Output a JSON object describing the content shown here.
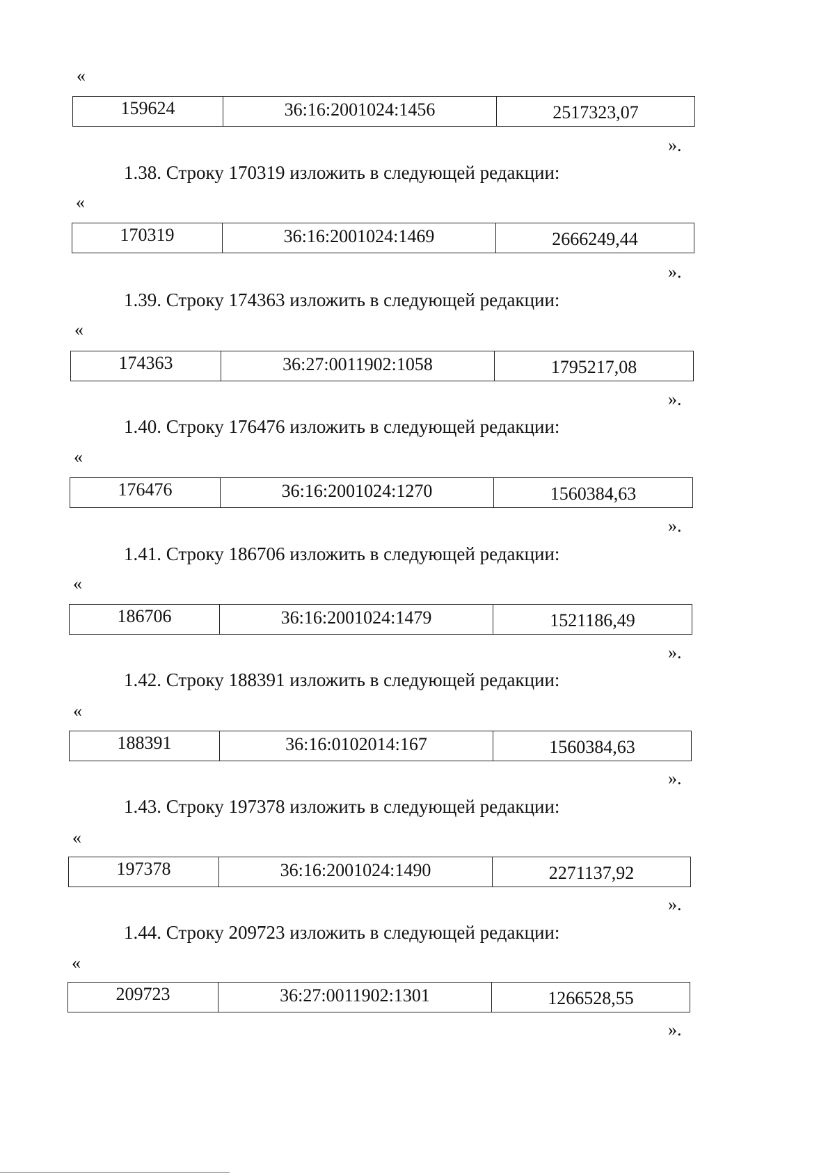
{
  "quote_open": "«",
  "quote_close": "».",
  "blocks": [
    {
      "item": "",
      "row": {
        "id": "159624",
        "cadastral": "36:16:2001024:1456",
        "value": "2517323,07"
      }
    },
    {
      "item": "1.38. Строку 170319 изложить в следующей редакции:",
      "row": {
        "id": "170319",
        "cadastral": "36:16:2001024:1469",
        "value": "2666249,44"
      }
    },
    {
      "item": "1.39. Строку 174363 изложить в следующей редакции:",
      "row": {
        "id": "174363",
        "cadastral": "36:27:0011902:1058",
        "value": "1795217,08"
      }
    },
    {
      "item": "1.40. Строку 176476 изложить в следующей редакции:",
      "row": {
        "id": "176476",
        "cadastral": "36:16:2001024:1270",
        "value": "1560384,63"
      }
    },
    {
      "item": "1.41. Строку 186706 изложить в следующей редакции:",
      "row": {
        "id": "186706",
        "cadastral": "36:16:2001024:1479",
        "value": "1521186,49"
      }
    },
    {
      "item": "1.42. Строку 188391 изложить в следующей редакции:",
      "row": {
        "id": "188391",
        "cadastral": "36:16:0102014:167",
        "value": "1560384,63"
      }
    },
    {
      "item": "1.43. Строку 197378 изложить в следующей редакции:",
      "row": {
        "id": "197378",
        "cadastral": "36:16:2001024:1490",
        "value": "2271137,92"
      }
    },
    {
      "item": "1.44. Строку 209723 изложить в следующей редакции:",
      "row": {
        "id": "209723",
        "cadastral": "36:27:0011902:1301",
        "value": "1266528,55"
      }
    }
  ]
}
